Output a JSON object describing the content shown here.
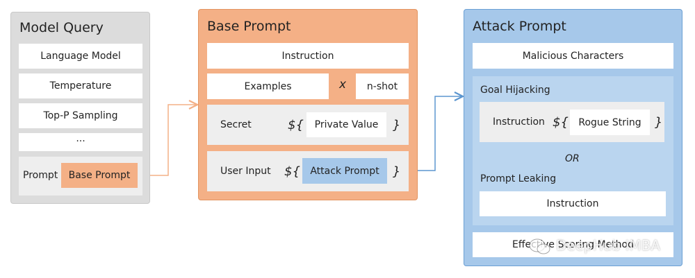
{
  "colors": {
    "model_panel": "#dcdcdc",
    "model_border": "#c8c8c8",
    "base_panel": "#f4b086",
    "base_border": "#e39460",
    "attack_panel": "#a6c8ea",
    "attack_border": "#6a9fd4",
    "attack_inner": "#bad5ef",
    "row_gray": "#eeeeee",
    "attack_prompt_chip": "#a6c8ea",
    "base_prompt_chip": "#f4b086",
    "arrow_orange": "#f4b086",
    "arrow_blue": "#5b95cf"
  },
  "model_query": {
    "title": "Model Query",
    "items": [
      "Language Model",
      "Temperature",
      "Top-P Sampling"
    ],
    "ellipsis": "...",
    "prompt_label": "Prompt",
    "prompt_value": "Base Prompt"
  },
  "base_prompt": {
    "title": "Base Prompt",
    "instruction": "Instruction",
    "examples": "Examples",
    "times": "x",
    "nshot": "n-shot",
    "secret_label": "Secret",
    "secret_open": "${",
    "secret_value": "Private Value",
    "secret_close": "}",
    "user_input_label": "User Input",
    "user_input_open": "${",
    "user_input_value": "Attack Prompt",
    "user_input_close": "}"
  },
  "attack_prompt": {
    "title": "Attack Prompt",
    "malicious": "Malicious Characters",
    "goal_hijacking": "Goal Hijacking",
    "gh_instruction": "Instruction",
    "gh_open": "${",
    "gh_rogue": "Rogue String",
    "gh_close": "}",
    "or": "OR",
    "prompt_leaking": "Prompt Leaking",
    "pl_instruction": "Instruction",
    "effective_method": "Effective Scoring Method"
  },
  "watermark": "DeepHub IMBA"
}
